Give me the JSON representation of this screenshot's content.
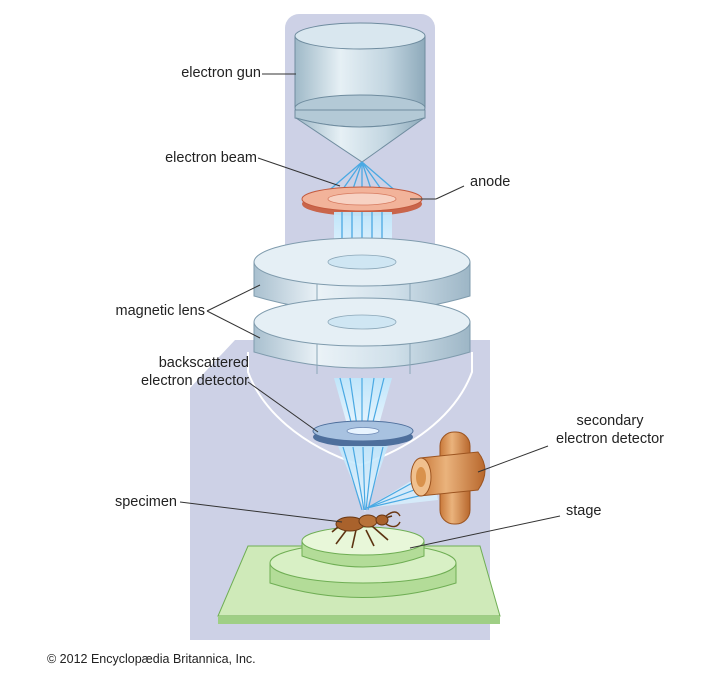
{
  "labels": {
    "electron_gun": "electron gun",
    "electron_beam": "electron beam",
    "anode": "anode",
    "magnetic_lens": "magnetic lens",
    "backscattered_detector_line1": "backscattered",
    "backscattered_detector_line2": "electron detector",
    "secondary_detector_line1": "secondary",
    "secondary_detector_line2": "electron detector",
    "specimen": "specimen",
    "stage": "stage"
  },
  "copyright": "© 2012 Encyclopædia Britannica, Inc.",
  "colors": {
    "chamber": "#cdd1e6",
    "metal_light": "#e4eef4",
    "metal_mid": "#a9c2d2",
    "beam": "#5fb6e8",
    "anode": "#e08262",
    "detector": "#6d89b4",
    "secondary_detector": "#d9924c",
    "stage": "#bfe0a8",
    "specimen": "#a9622c"
  }
}
